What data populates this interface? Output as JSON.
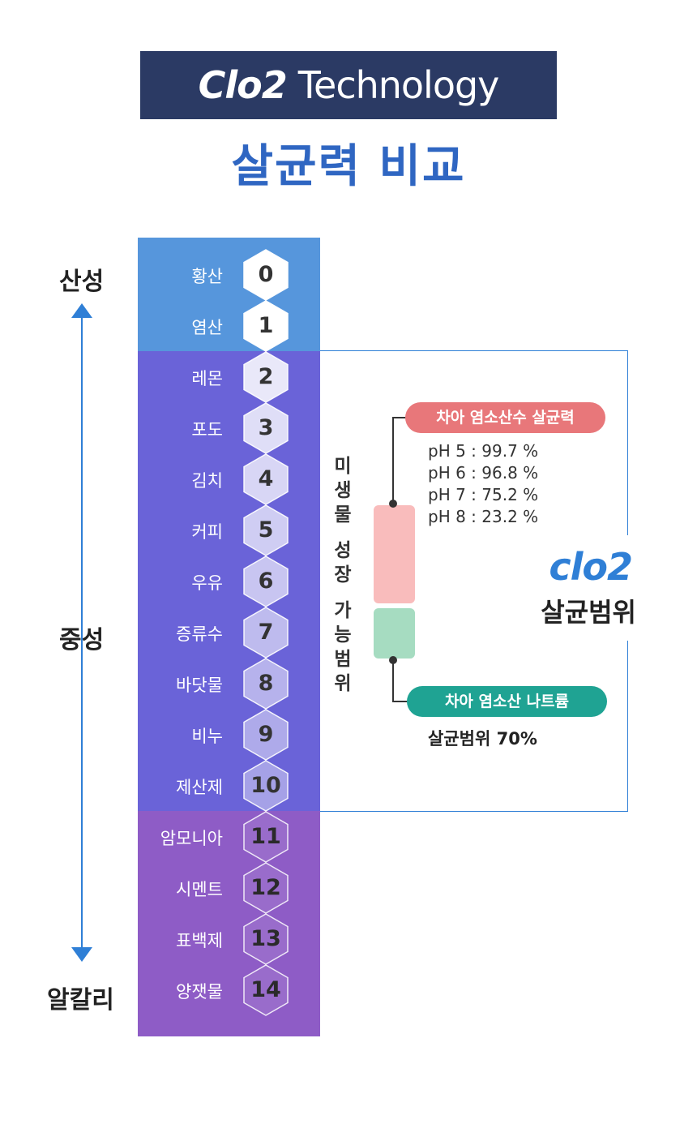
{
  "banner": {
    "part1": "Clo2",
    "part2": "Technology"
  },
  "subtitle": "살균력 비교",
  "axis": {
    "top": "산성",
    "middle": "중성",
    "bottom": "알칼리"
  },
  "scale": [
    {
      "ph": "0",
      "name": "황산"
    },
    {
      "ph": "1",
      "name": "염산"
    },
    {
      "ph": "2",
      "name": "레몬"
    },
    {
      "ph": "3",
      "name": "포도"
    },
    {
      "ph": "4",
      "name": "김치"
    },
    {
      "ph": "5",
      "name": "커피"
    },
    {
      "ph": "6",
      "name": "우유"
    },
    {
      "ph": "7",
      "name": "증류수"
    },
    {
      "ph": "8",
      "name": "바닷물"
    },
    {
      "ph": "9",
      "name": "비누"
    },
    {
      "ph": "10",
      "name": "제산제"
    },
    {
      "ph": "11",
      "name": "암모니아"
    },
    {
      "ph": "12",
      "name": "시멘트"
    },
    {
      "ph": "13",
      "name": "표백제"
    },
    {
      "ph": "14",
      "name": "양잿물"
    }
  ],
  "zones": {
    "acid_color": "#5696dc",
    "neutral_color": "#6a63d8",
    "alkali_color": "#8e5cc6"
  },
  "growth_range_label": [
    "미",
    "생",
    "물",
    "",
    "성",
    "장",
    "",
    "가",
    "능",
    "범",
    "위"
  ],
  "hocl": {
    "label": "차아 염소산수 살균력",
    "color": "#e8777a",
    "rates": [
      "pH 5 : 99.7 %",
      "pH 6 : 96.8 %",
      "pH 7 : 75.2 %",
      "pH 8 : 23.2 %"
    ]
  },
  "naocl": {
    "label": "차아 염소산 나트륨",
    "color": "#1fa393",
    "note": "살균범위 70%"
  },
  "clo2": {
    "title": "clo2",
    "subtitle": "살균범위"
  }
}
